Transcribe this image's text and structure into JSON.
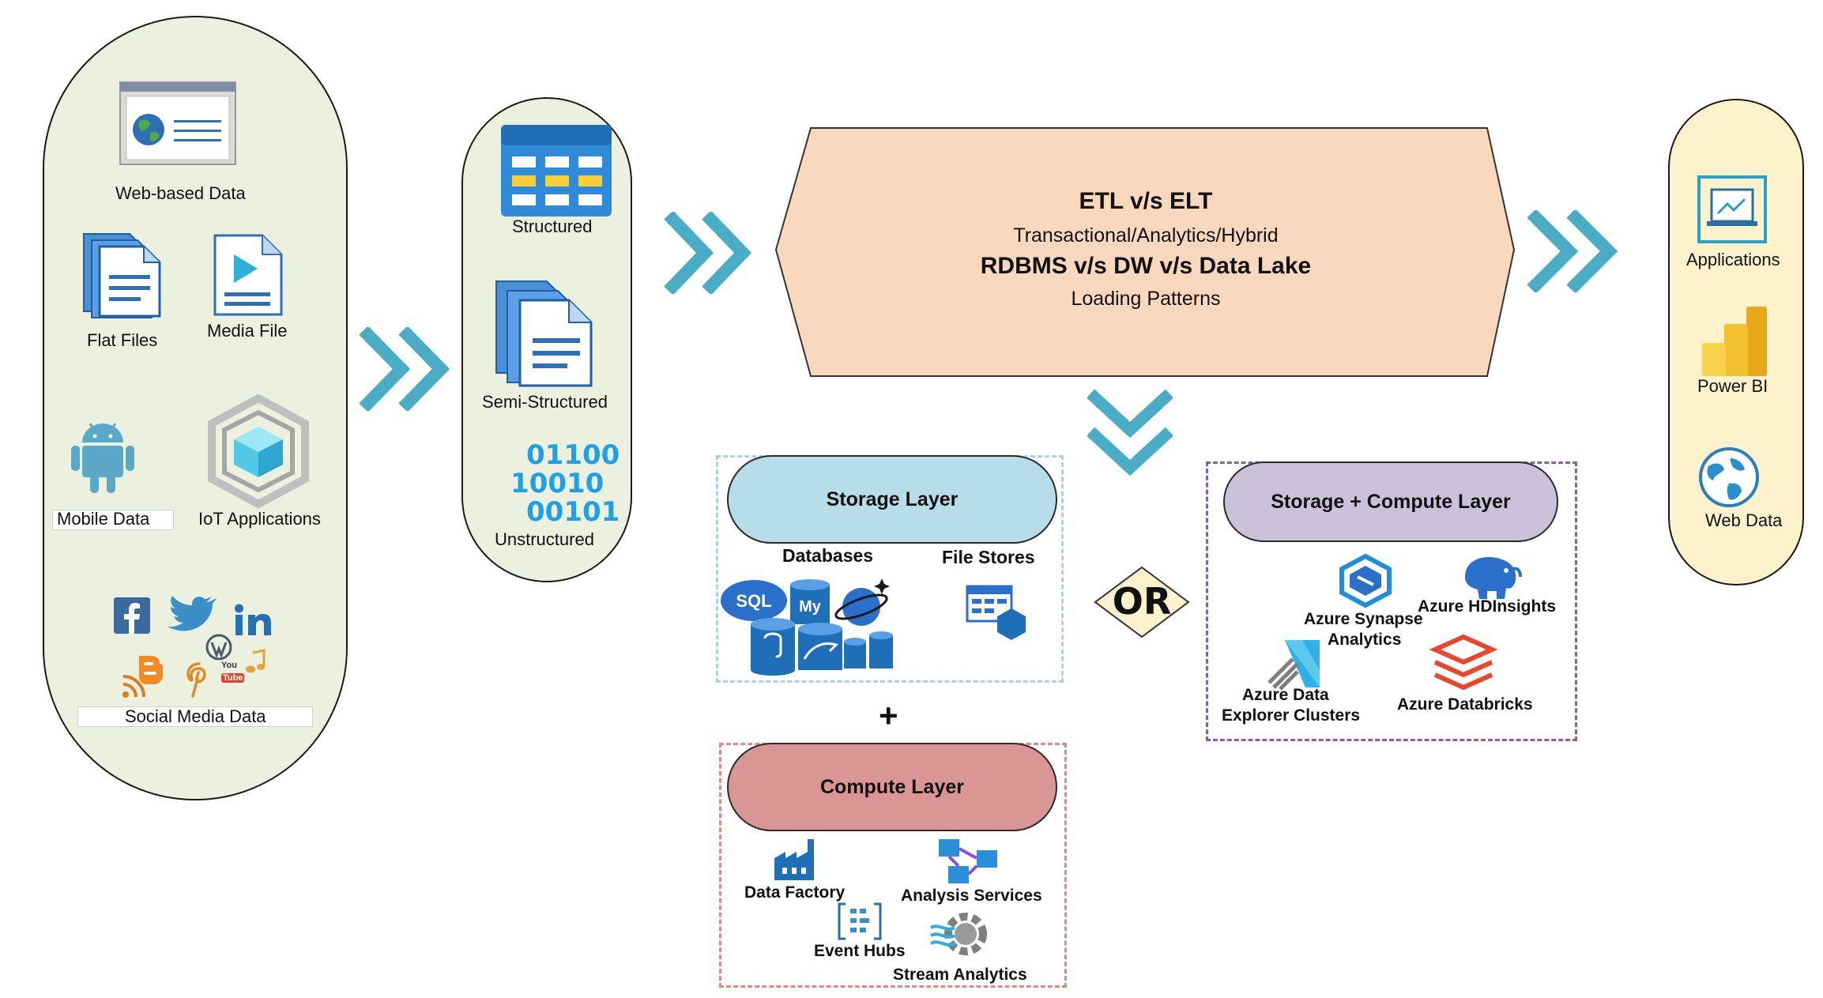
{
  "sources": {
    "web_based_data": "Web-based Data",
    "flat_files": "Flat Files",
    "media_file": "Media File",
    "mobile_data": "Mobile Data",
    "iot_applications": "IoT Applications",
    "social_media_data": "Social Media Data"
  },
  "data_types": {
    "structured": "Structured",
    "semi_structured": "Semi-Structured",
    "binary": [
      "01100",
      "10010",
      "00101"
    ],
    "unstructured": "Unstructured"
  },
  "process": {
    "line1": "ETL v/s ELT",
    "line2": "Transactional/Analytics/Hybrid",
    "line3": "RDBMS v/s DW v/s Data Lake",
    "line4": "Loading Patterns"
  },
  "storage_layer": {
    "title": "Storage Layer",
    "databases": "Databases",
    "file_stores": "File Stores",
    "sql_badge": "SQL"
  },
  "plus": "+",
  "or": "OR",
  "compute_layer": {
    "title": "Compute Layer",
    "data_factory": "Data Factory",
    "analysis_services": "Analysis Services",
    "event_hubs": "Event Hubs",
    "stream_analytics": "Stream Analytics"
  },
  "storage_compute_layer": {
    "title": "Storage + Compute Layer",
    "synapse": [
      "Azure Synapse",
      "Analytics"
    ],
    "hdinsights": "Azure HDInsights",
    "data_explorer": [
      "Azure Data",
      "Explorer Clusters"
    ],
    "databricks": "Azure Databricks"
  },
  "consumers": {
    "applications": "Applications",
    "power_bi": "Power BI",
    "web_data": "Web Data"
  },
  "colors": {
    "sources_fill": "#ebf1de",
    "consumers_fill": "#fdf2cc",
    "process_fill": "#fad8bd",
    "storage_fill": "#b7dde8",
    "storage_compute_fill": "#ccc1da",
    "compute_fill": "#d99694",
    "chevron": "#4bacc6"
  },
  "social_icons": [
    "facebook-icon",
    "twitter-icon",
    "linkedin-icon",
    "wordpress-icon",
    "rss-icon",
    "blogger-icon",
    "pinterest-icon",
    "youtube-icon",
    "music-icon"
  ]
}
